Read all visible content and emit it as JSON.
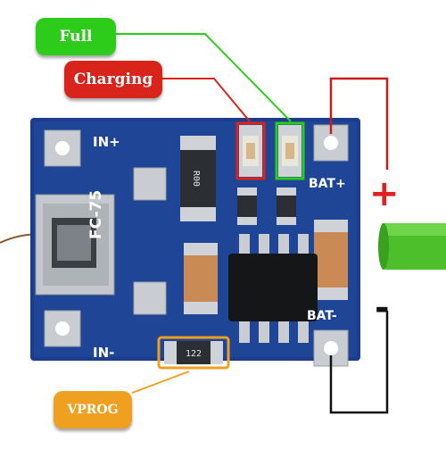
{
  "labels": {
    "full": "Full",
    "charging": "Charging",
    "vprog": "VPROG"
  },
  "silkscreen": {
    "in_plus": "IN+",
    "in_minus": "IN-",
    "bat_plus": "BAT+",
    "bat_minus": "BAT-",
    "board": "FC-75",
    "resistor_top": "R00",
    "resistor_prog": "122"
  },
  "polarity": {
    "plus": "+",
    "minus": "-"
  },
  "colors": {
    "pcb": "#1c3d8c",
    "full_tag": "#2ecc1a",
    "charging_tag": "#d9241c",
    "vprog_tag": "#f0a020",
    "red_wire": "#c81c1c",
    "black_wire": "#111111",
    "battery": "#4cbf2a"
  }
}
